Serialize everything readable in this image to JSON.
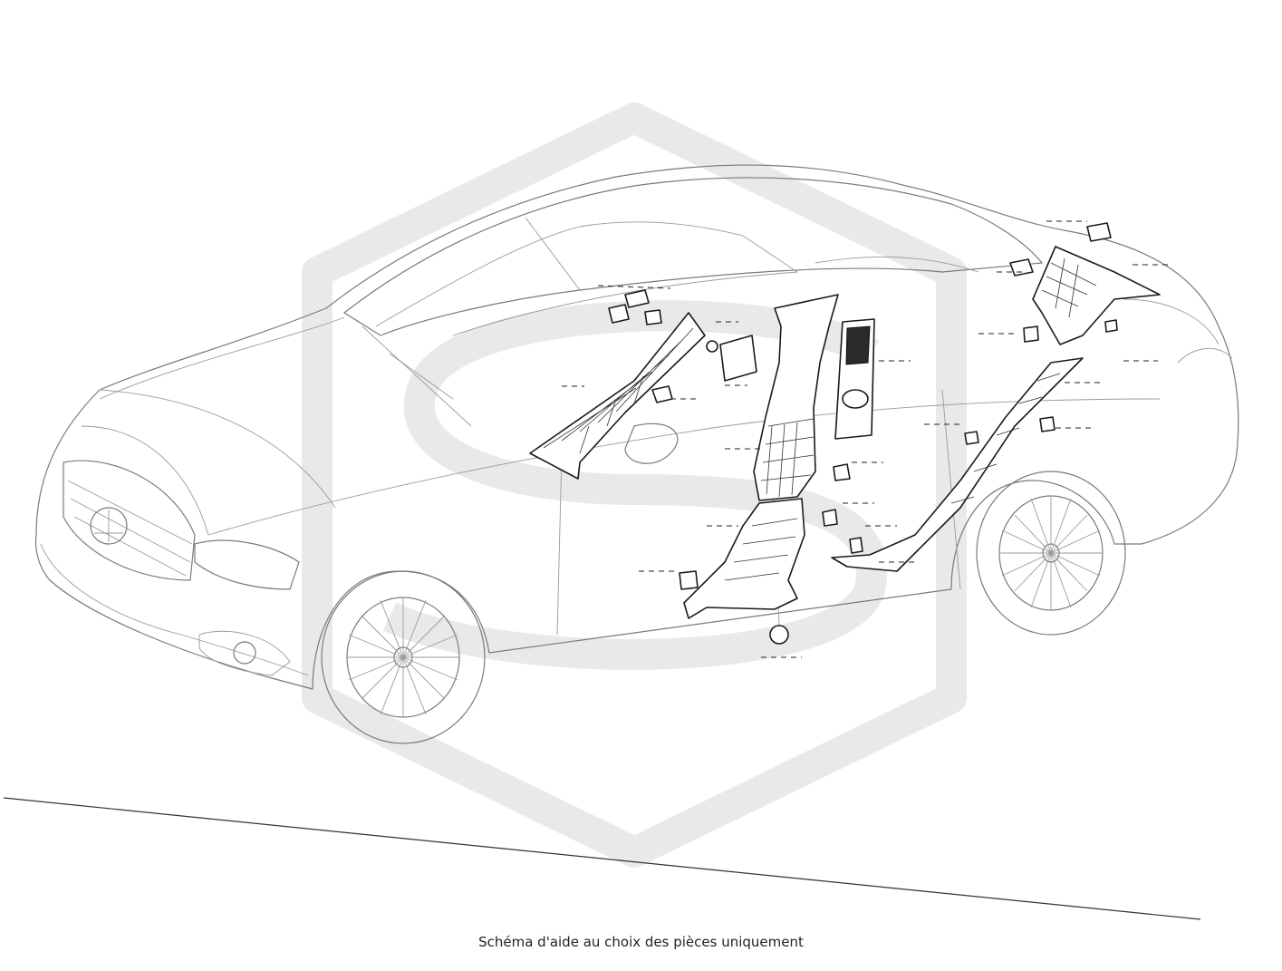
{
  "caption": "Schéma d'aide au choix des pièces uniquement",
  "watermark": {
    "icon": "hexagon-s-logo",
    "color": "#e3e3e3"
  },
  "parts": [
    {
      "name": "a-pillar-trim",
      "icon": "a-pillar-trim-icon"
    },
    {
      "name": "b-pillar-upper-trim",
      "icon": "b-pillar-trim-icon"
    },
    {
      "name": "b-pillar-lower-trim",
      "icon": "b-pillar-trim-icon"
    },
    {
      "name": "seatbelt-guide-cover",
      "icon": "seatbelt-cover-icon"
    },
    {
      "name": "c-pillar-trim",
      "icon": "c-pillar-trim-icon"
    },
    {
      "name": "rear-sill-trim",
      "icon": "sill-trim-icon"
    },
    {
      "name": "clips-and-fasteners",
      "icon": "clip-icon"
    }
  ]
}
